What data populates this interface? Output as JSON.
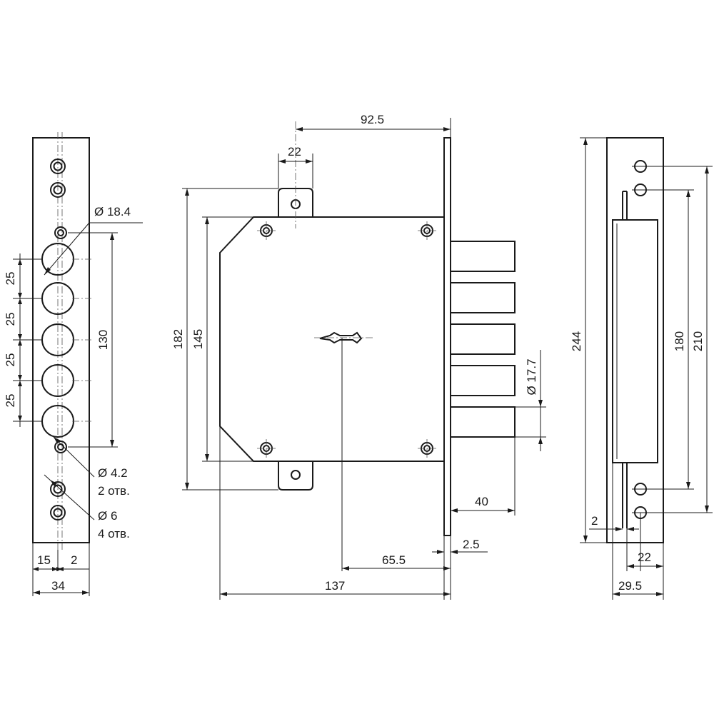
{
  "left_view": {
    "dim_hole_large": "Ø 18.4",
    "dim_pitch": [
      "25",
      "25",
      "25",
      "25"
    ],
    "dim_span": "130",
    "dim_hole_small": "Ø 4.2",
    "dim_hole_small_count": "2 отв.",
    "dim_hole_screw": "Ø 6",
    "dim_hole_screw_count": "4 отв.",
    "dim_offset": "15",
    "dim_gap": "2",
    "dim_width": "34"
  },
  "front_view": {
    "dim_top": "92.5",
    "dim_lug": "22",
    "dim_height_outer": "182",
    "dim_height_inner": "145",
    "dim_bolt_dia": "Ø 17.7",
    "dim_bolt_throw": "40",
    "dim_faceplate": "2.5",
    "dim_backset": "65.5",
    "dim_case_depth": "137"
  },
  "side_view": {
    "dim_total_height": "244",
    "dim_hole_span_inner": "180",
    "dim_hole_span_outer": "210",
    "dim_small": "2",
    "dim_hole_offset": "22",
    "dim_width": "29.5"
  }
}
